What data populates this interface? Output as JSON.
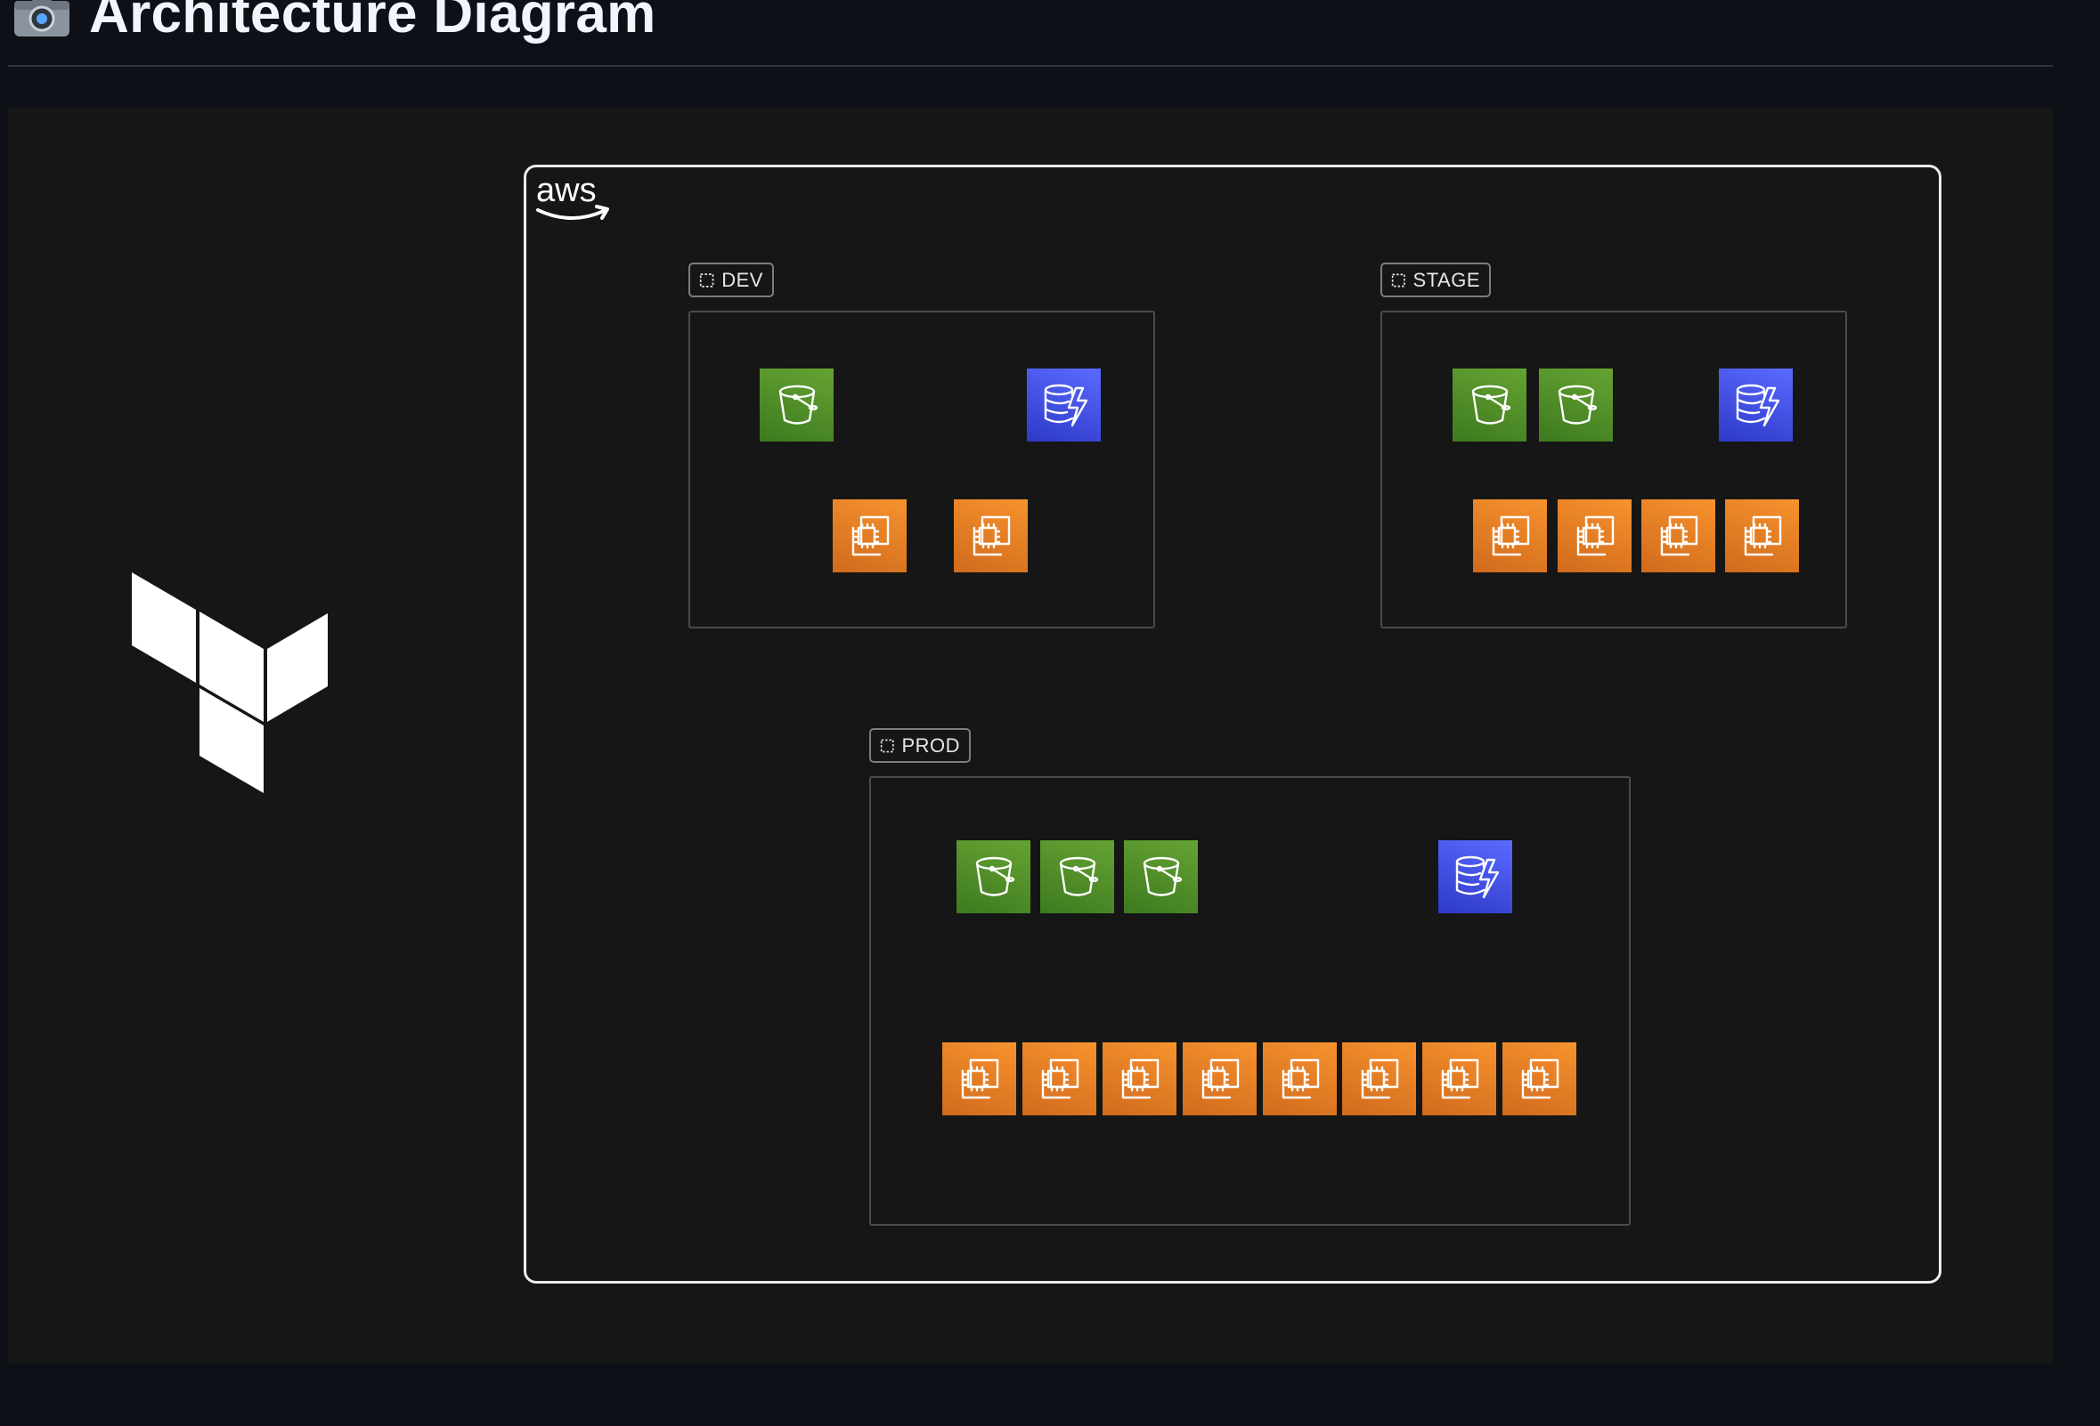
{
  "header": {
    "title": "Architecture Diagram",
    "title_icon": "camera-flash-icon"
  },
  "diagram": {
    "logos": [
      "terraform-logo",
      "aws-logo"
    ],
    "cloud_label": "aws",
    "environments": {
      "dev": {
        "label": "DEV",
        "s3_buckets": 1,
        "dynamodb_tables": 1,
        "ec2_instances": 2
      },
      "stage": {
        "label": "STAGE",
        "s3_buckets": 2,
        "dynamodb_tables": 1,
        "ec2_instances": 4
      },
      "prod": {
        "label": "PROD",
        "s3_buckets": 3,
        "dynamodb_tables": 1,
        "ec2_instances": 8
      }
    },
    "colors": {
      "s3": "#3f8624",
      "dynamodb": "#3b48cc",
      "ec2": "#e47c26",
      "background": "#0d1117",
      "panel": "#161616"
    }
  }
}
